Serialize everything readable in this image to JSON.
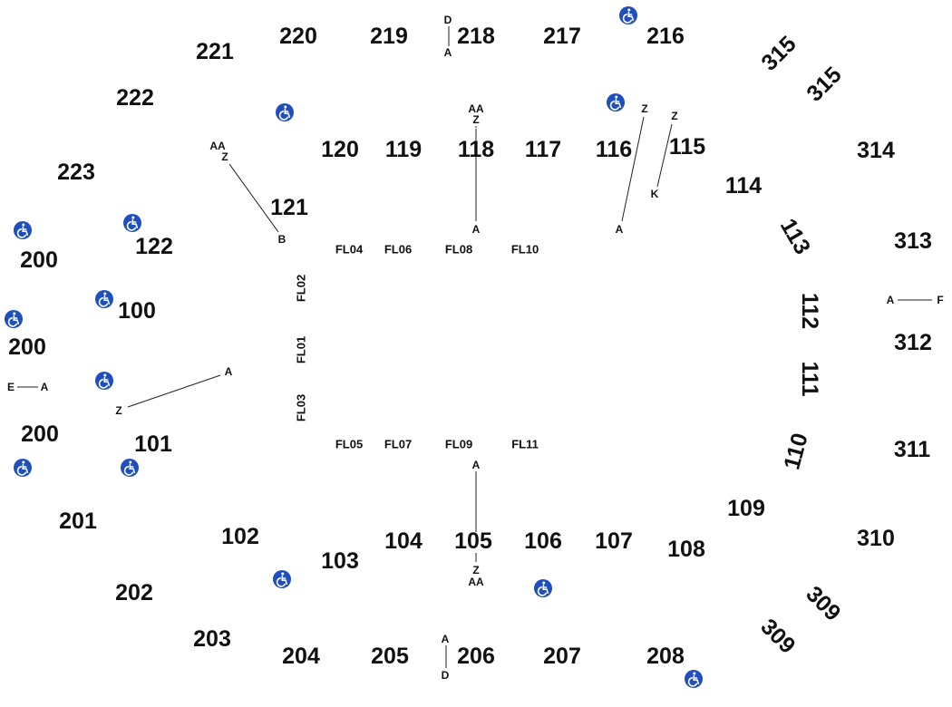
{
  "map": {
    "icons": {
      "accessible": "wheelchair-icon"
    },
    "colors": {
      "accessible": "#1f4fbf",
      "text": "#111111",
      "background": "#ffffff"
    },
    "sections": {
      "s221": "221",
      "s220": "220",
      "s219": "219",
      "s218": "218",
      "s217": "217",
      "s216": "216",
      "s315a": "315",
      "s315b": "315",
      "s222": "222",
      "s223": "223",
      "s120": "120",
      "s119": "119",
      "s118": "118",
      "s117": "117",
      "s116": "116",
      "s115": "115",
      "s314": "314",
      "s114": "114",
      "s121": "121",
      "s122": "122",
      "s200a": "200",
      "s200b": "200",
      "s200c": "200",
      "s113": "113",
      "s313": "313",
      "s100": "100",
      "s112": "112",
      "s312": "312",
      "s111": "111",
      "s101": "101",
      "s110": "110",
      "s311": "311",
      "s201": "201",
      "s109": "109",
      "s102": "102",
      "s103": "103",
      "s104": "104",
      "s105": "105",
      "s106": "106",
      "s107": "107",
      "s108": "108",
      "s310": "310",
      "s202": "202",
      "s309a": "309",
      "s309b": "309",
      "s203": "203",
      "s204": "204",
      "s205": "205",
      "s206": "206",
      "s207": "207",
      "s208": "208"
    },
    "floor": {
      "fl04": "FL04",
      "fl06": "FL06",
      "fl08": "FL08",
      "fl10": "FL10",
      "fl02": "FL02",
      "fl01": "FL01",
      "fl03": "FL03",
      "fl05": "FL05",
      "fl07": "FL07",
      "fl09": "FL09",
      "fl11": "FL11"
    },
    "rows": {
      "r218_top": "D",
      "r218_bot": "A",
      "r118_aa": "AA",
      "r118_z": "Z",
      "r118_a": "A",
      "r116_z": "Z",
      "r116_a": "A",
      "r115_z": "Z",
      "r115_k": "K",
      "r121_aa": "AA",
      "r121_z": "Z",
      "r121_b": "B",
      "r312_a": "A",
      "r312_f": "F",
      "r200_e": "E",
      "r200_a": "A",
      "r101_a": "A",
      "r101_z": "Z",
      "r105_a": "A",
      "r105_z": "Z",
      "r105_aa": "AA",
      "r206_a": "A",
      "r206_d": "D"
    }
  }
}
